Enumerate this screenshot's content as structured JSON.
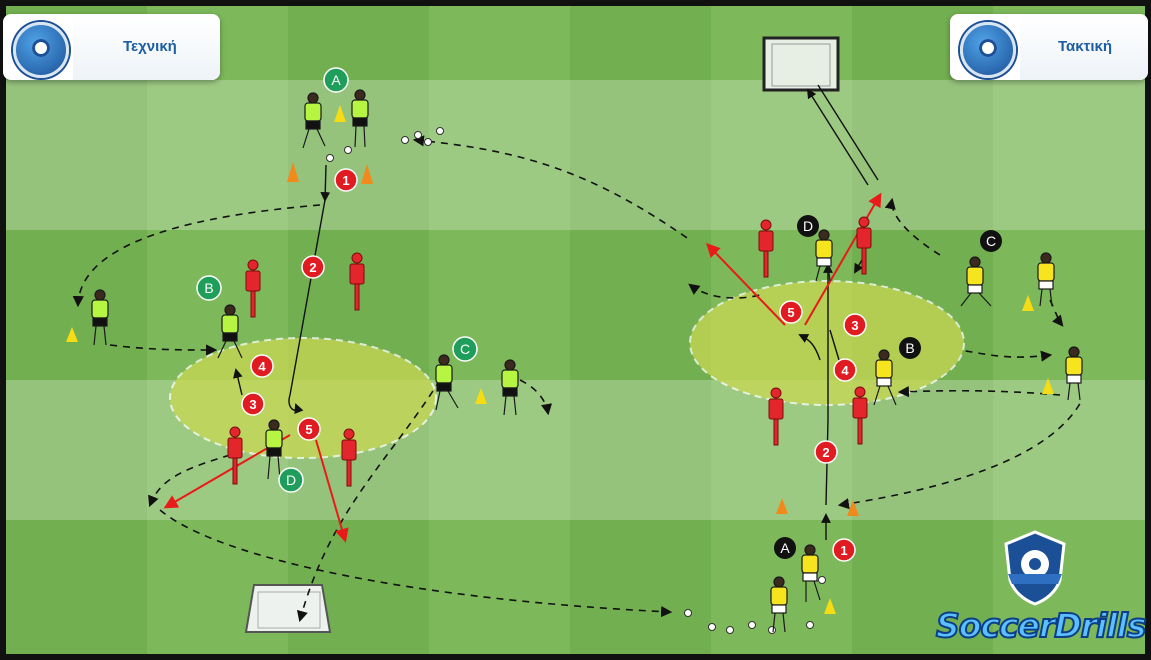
{
  "header": {
    "left_label": "Τεχνική",
    "right_label": "Τακτική"
  },
  "groups": {
    "left": [
      "A",
      "B",
      "C",
      "D"
    ],
    "right": [
      "A",
      "B",
      "C",
      "D"
    ]
  },
  "steps": {
    "left": [
      "1",
      "2",
      "3",
      "4",
      "5"
    ],
    "right": [
      "1",
      "2",
      "3",
      "4",
      "5"
    ]
  },
  "brand": {
    "name": "SoccerDrills"
  },
  "colors": {
    "pitch_light": "#86c060",
    "pitch_dark": "#6aa848",
    "zone": "#c8d852",
    "step_circle": "#e01b22",
    "group_green": "#1e9e5a",
    "group_black": "#111111",
    "player_left": "#b6f542",
    "player_right": "#f5e41e",
    "mannequin": "#e3262b",
    "cone_orange": "#f08a1c",
    "cone_yellow": "#f5dc14",
    "pass_red": "#e81a1a",
    "run_black": "#111111"
  }
}
